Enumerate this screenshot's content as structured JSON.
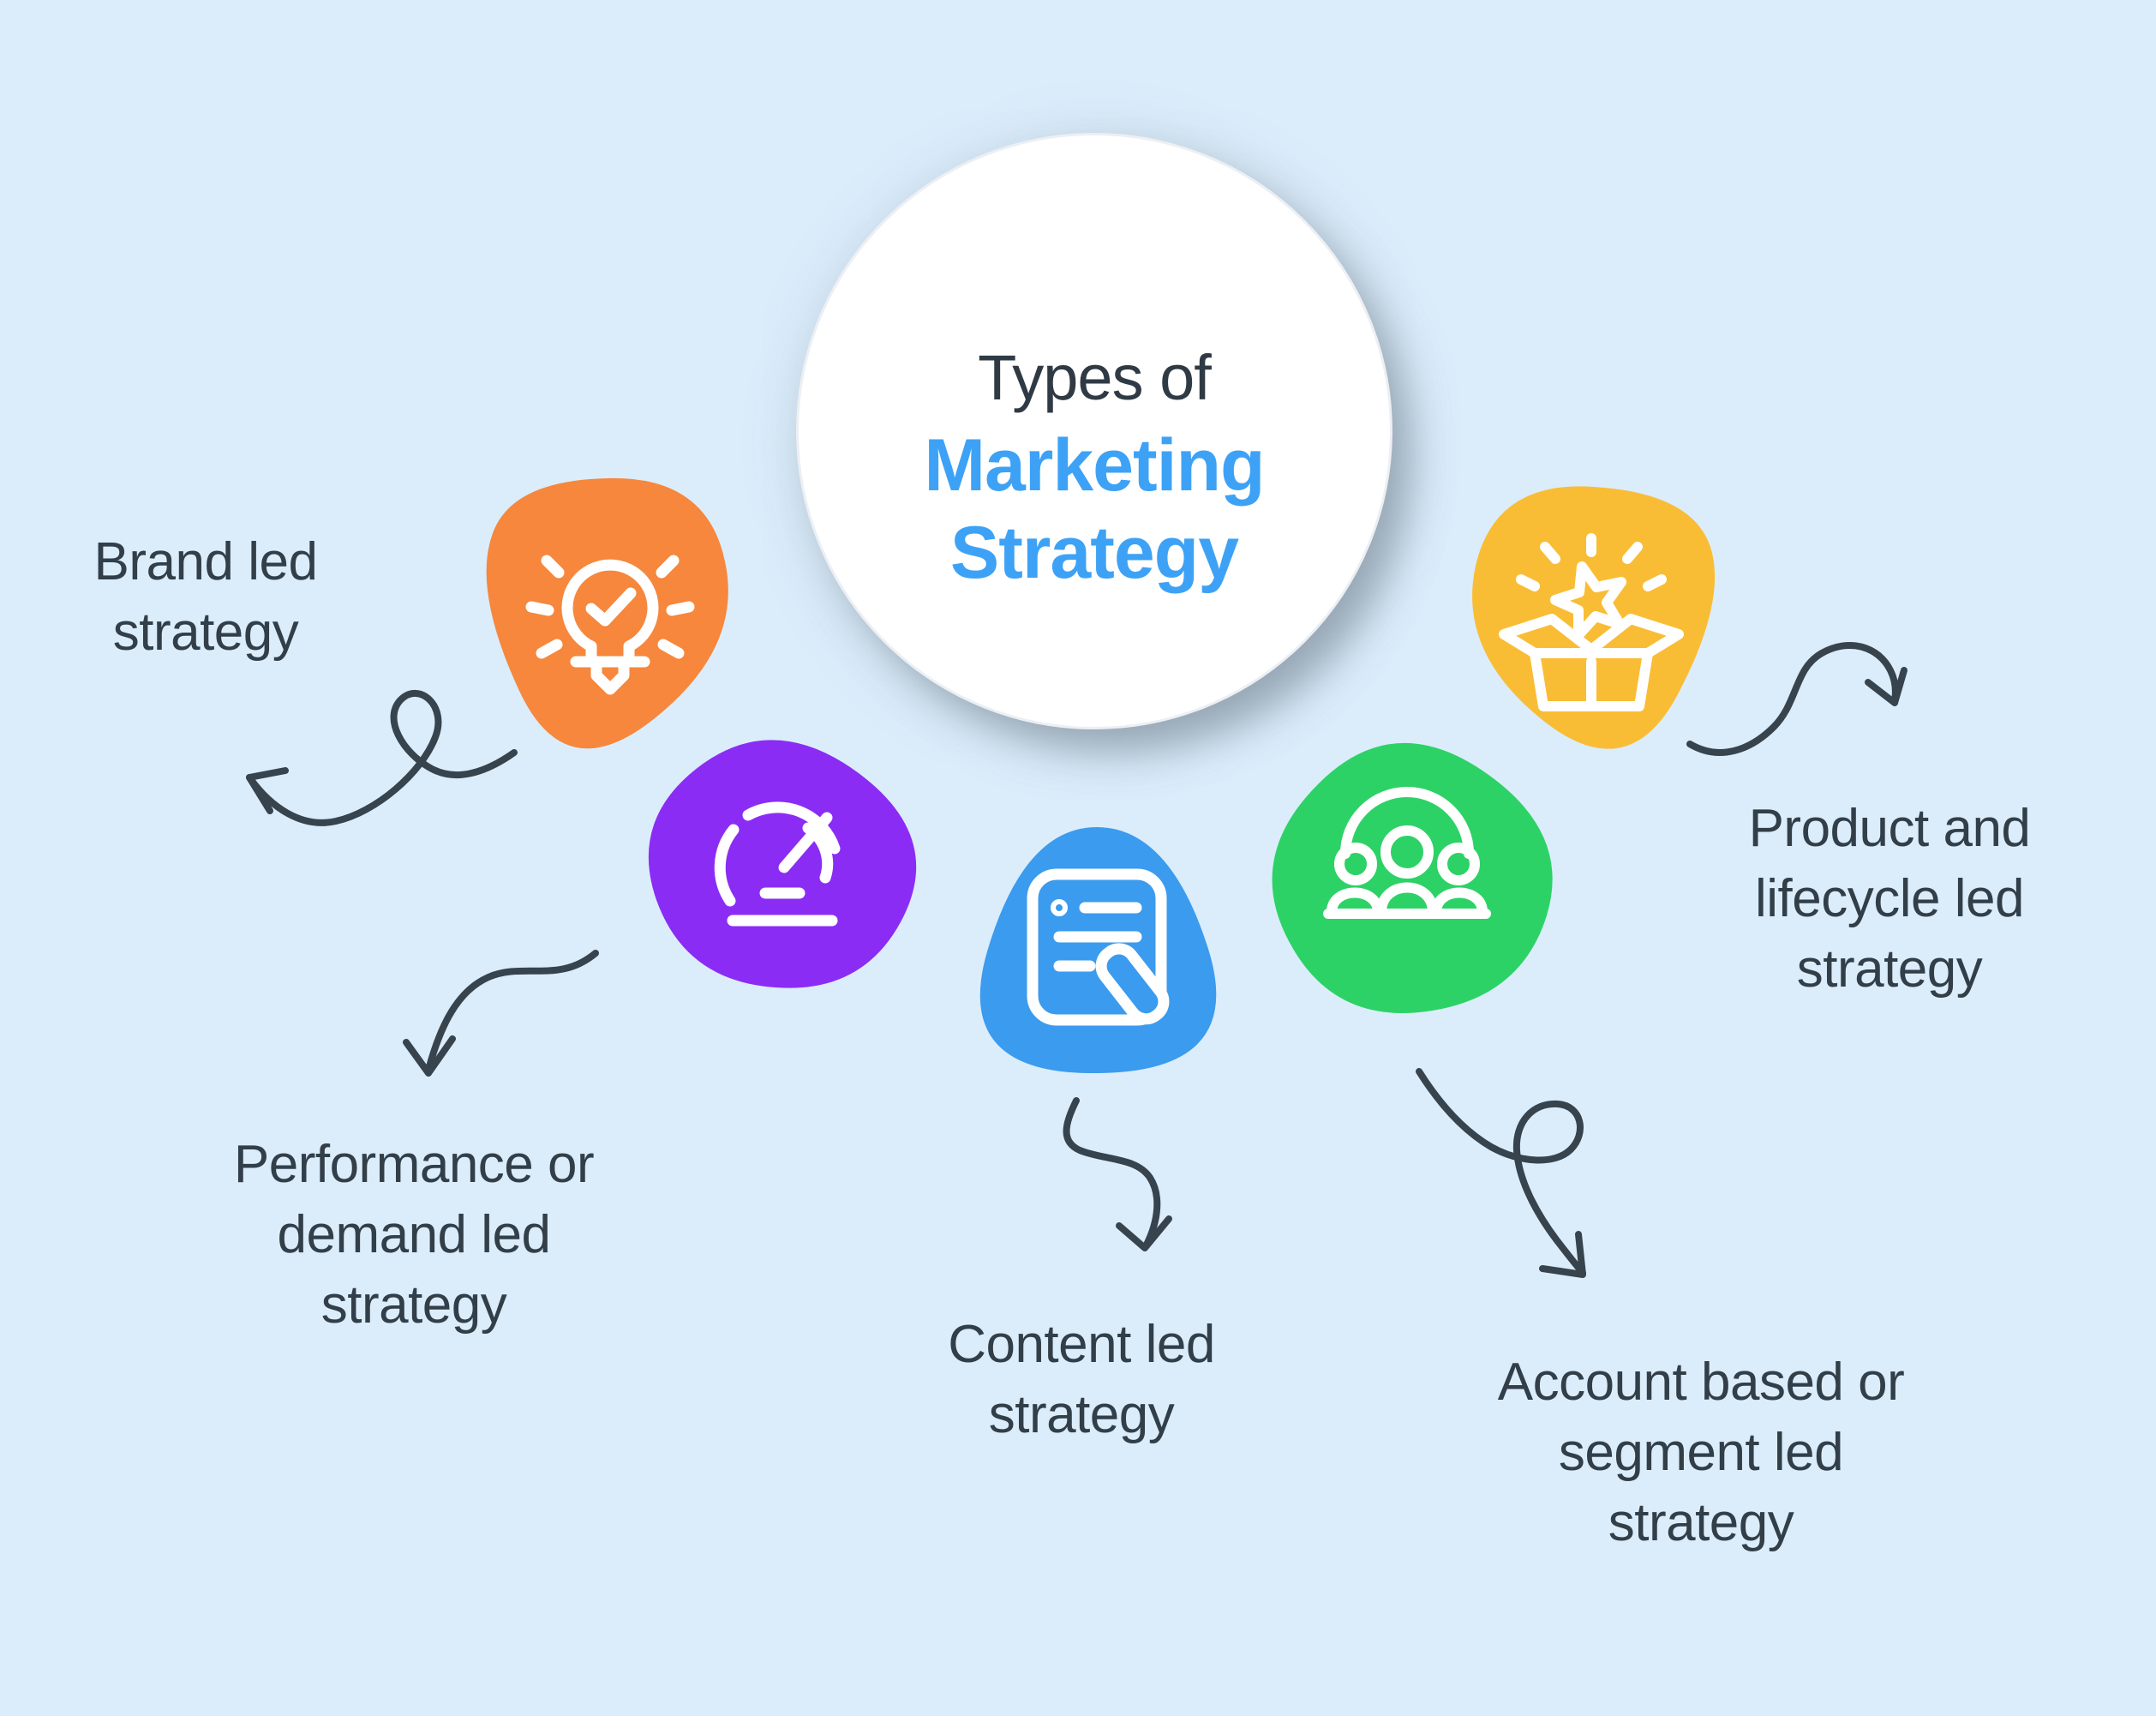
{
  "title": {
    "line1": "Types of",
    "line2": "Marketing",
    "line3": "Strategy"
  },
  "colors": {
    "background": "#DBEDFB",
    "circle": "#FFFFFF",
    "title_dark": "#2F3A44",
    "title_accent": "#3DA2F6",
    "text": "#323E48",
    "arrow": "#37434D",
    "icon": "#FFFFFF",
    "orange": "#F6873C",
    "purple": "#8B2CF5",
    "blue": "#3B9BEE",
    "green": "#2DD266",
    "yellow": "#F9BD35"
  },
  "nodes": [
    {
      "id": "brand",
      "color": "#F6873C",
      "icon": "lightbulb-check-icon",
      "lines": [
        "Brand led",
        "strategy"
      ]
    },
    {
      "id": "performance",
      "color": "#8B2CF5",
      "icon": "speedometer-icon",
      "lines": [
        "Performance or",
        "demand led",
        "strategy"
      ]
    },
    {
      "id": "content",
      "color": "#3B9BEE",
      "icon": "document-pen-icon",
      "lines": [
        "Content led",
        "strategy"
      ]
    },
    {
      "id": "account",
      "color": "#2DD266",
      "icon": "people-group-icon",
      "lines": [
        "Account based or",
        "segment led",
        "strategy"
      ]
    },
    {
      "id": "product",
      "color": "#F9BD35",
      "icon": "open-box-star-icon",
      "lines": [
        "Product and",
        "lifecycle led",
        "strategy"
      ]
    }
  ]
}
